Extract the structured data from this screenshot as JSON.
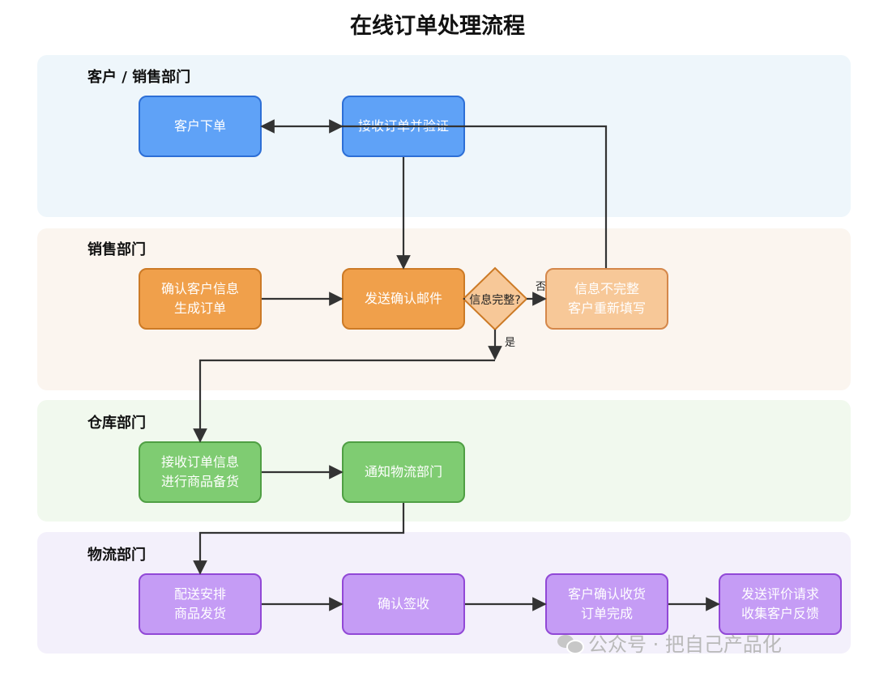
{
  "title": "在线订单处理流程",
  "lanes": [
    {
      "label": "客户 / 销售部门",
      "color": "#eef6fb"
    },
    {
      "label": "销售部门",
      "color": "#fbf5ef"
    },
    {
      "label": "仓库部门",
      "color": "#f1f9ee"
    },
    {
      "label": "物流部门",
      "color": "#f3f0fb"
    }
  ],
  "nodes": {
    "customer_order": [
      "客户下单"
    ],
    "receive_verify": [
      "接收订单并验证"
    ],
    "confirm_info": [
      "确认客户信息",
      "生成订单"
    ],
    "send_email": [
      "发送确认邮件"
    ],
    "info_complete_q": "信息完整?",
    "info_incomplete": [
      "信息不完整",
      "客户重新填写"
    ],
    "receive_stock": [
      "接收订单信息",
      "进行商品备货"
    ],
    "notify_logistics": [
      "通知物流部门"
    ],
    "arrange_delivery": [
      "配送安排",
      "商品发货"
    ],
    "confirm_sign": [
      "确认签收"
    ],
    "customer_confirm": [
      "客户确认收货",
      "订单完成"
    ],
    "send_review": [
      "发送评价请求",
      "收集客户反馈"
    ]
  },
  "edge_labels": {
    "no": "否",
    "yes": "是"
  },
  "watermark": "公众号 · 把自己产品化",
  "colors": {
    "blue": "#5fa2f7",
    "orange": "#f0a04b",
    "light_orange": "#f7c898",
    "green": "#7fcc72",
    "purple": "#c59cf5",
    "arrow": "#333333"
  }
}
